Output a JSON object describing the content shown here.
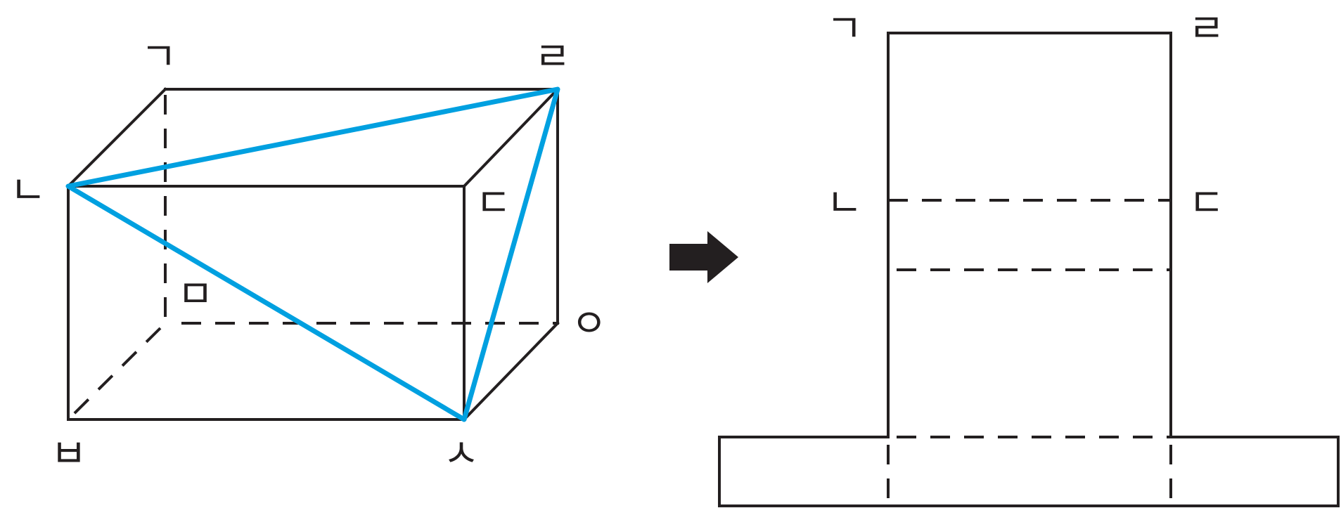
{
  "cuboid": {
    "labels": {
      "giyeok": "ㄱ",
      "nieun": "ㄴ",
      "digeut": "ㄷ",
      "rieul": "ㄹ",
      "mieum": "ㅁ",
      "bieup": "ㅂ",
      "siot": "ㅅ",
      "ieung": "ㅇ"
    },
    "triangle_color": "#00a0e0"
  },
  "net": {
    "labels": {
      "giyeok": "ㄱ",
      "rieul": "ㄹ",
      "nieun": "ㄴ",
      "digeut": "ㄷ"
    }
  },
  "arrow": {
    "icon": "right-arrow-icon",
    "color": "#231f20"
  }
}
